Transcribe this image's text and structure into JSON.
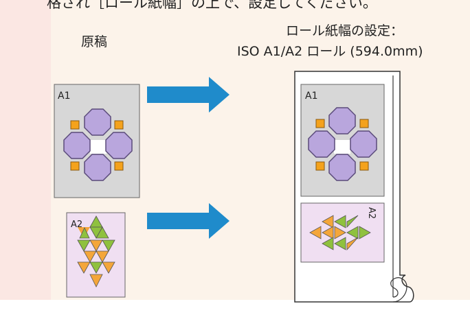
{
  "top_text": "格され［ロール紙幅］の上で、設定してください。",
  "original_label": "原稿",
  "roll_setting": {
    "line1": "ロール紙幅の設定：",
    "line2": "ISO A1/A2 ロール (594.0mm)"
  },
  "pages": {
    "a1_label": "A1",
    "a2_label": "A2"
  },
  "colors": {
    "panel": "#fcf3ea",
    "left_strip": "#fbe7e3",
    "a1_page": "#d7d7d7",
    "a2_page": "#f0dff2",
    "octagon": "#b9a6dd",
    "square": "#f4a21c",
    "triangle_green": "#8fc13e",
    "triangle_orange": "#f4a63a",
    "arrow": "#1f8bcb"
  }
}
